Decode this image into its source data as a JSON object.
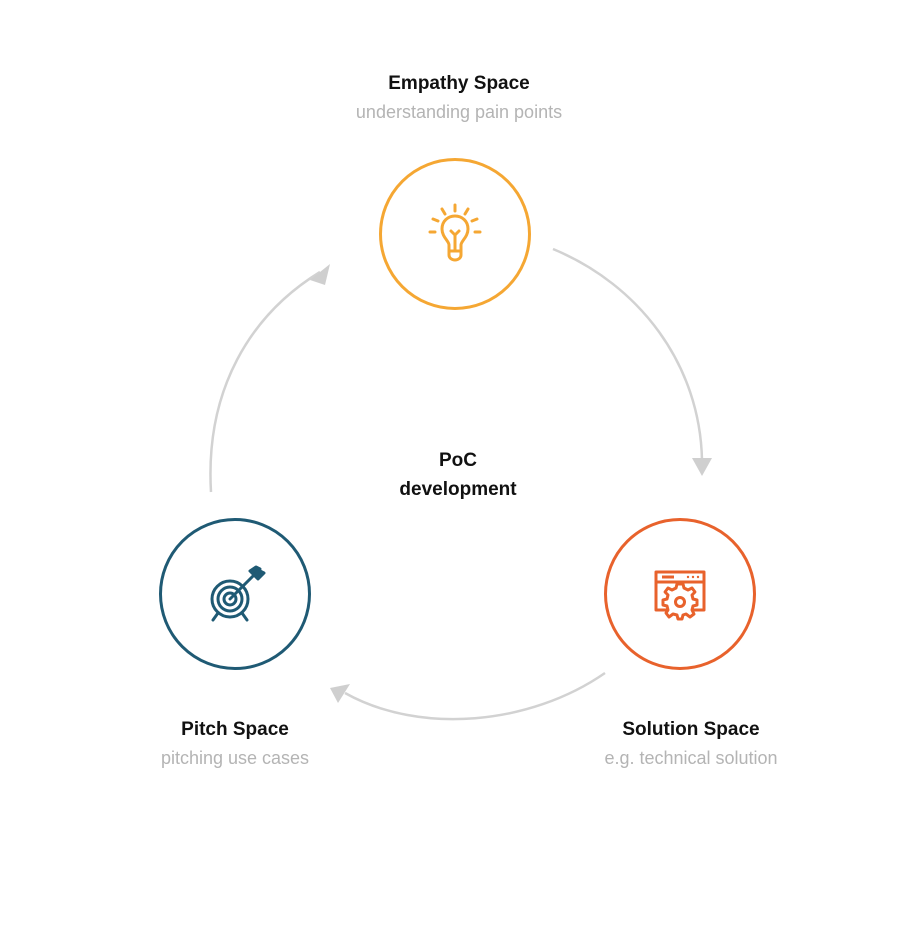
{
  "diagram": {
    "center": {
      "line1": "PoC",
      "line2": "development"
    },
    "nodes": [
      {
        "id": "empathy",
        "title": "Empathy Space",
        "subtitle": "understanding pain points",
        "icon": "lightbulb-icon",
        "color": "#f5a733"
      },
      {
        "id": "solution",
        "title": "Solution Space",
        "subtitle": "e.g. technical solution",
        "icon": "browser-gear-icon",
        "color": "#e8622c"
      },
      {
        "id": "pitch",
        "title": "Pitch Space",
        "subtitle": "pitching use cases",
        "icon": "target-arrow-icon",
        "color": "#1f5a74"
      }
    ],
    "arrows": [
      {
        "from": "empathy",
        "to": "solution"
      },
      {
        "from": "solution",
        "to": "pitch"
      },
      {
        "from": "pitch",
        "to": "empathy"
      }
    ],
    "arrow_color": "#d2d2d2"
  }
}
